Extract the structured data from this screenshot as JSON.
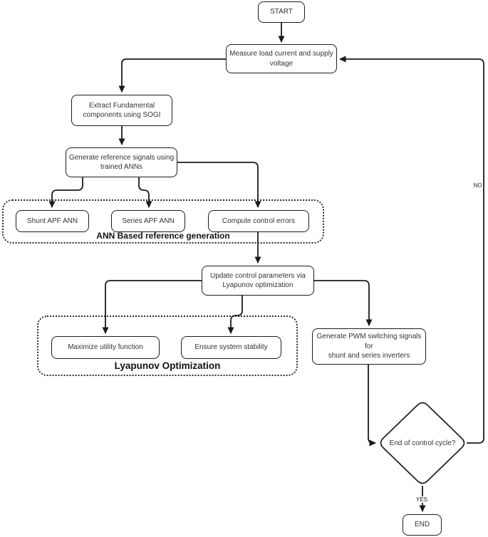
{
  "diagram": {
    "nodes": {
      "start": {
        "label": "START"
      },
      "measure": {
        "label": "Measure load current and supply\nvoltage"
      },
      "extract": {
        "label": "Extract Fundamental\ncomponents using SOGI"
      },
      "generate": {
        "label": "Generate reference signals using\ntrained ANNs"
      },
      "shunt": {
        "label": "Shunt APF ANN"
      },
      "series": {
        "label": "Series APF ANN"
      },
      "compute": {
        "label": "Compute control errors"
      },
      "update": {
        "label": "Update control parameters via\nLyapunov optimization"
      },
      "maximize": {
        "label": "Maximize utility function"
      },
      "ensure": {
        "label": "Ensure system stability"
      },
      "pwm": {
        "label": "Generate PWM switching signals for\nshunt and series inverters"
      },
      "decision": {
        "label": "End of control cycle?"
      },
      "end": {
        "label": "END"
      }
    },
    "groups": {
      "ann": {
        "label": "ANN Based reference generation"
      },
      "lyapunov": {
        "label": "Lyapunov Optimization"
      }
    },
    "edge_labels": {
      "yes": "YES",
      "no": "NO"
    },
    "colors": {
      "background": "#ffffff",
      "node_fill": "#ffffff",
      "node_border": "#1c1c1c",
      "line": "#1b1b1b",
      "text": "#333333",
      "group_label_text": "#111111"
    }
  }
}
